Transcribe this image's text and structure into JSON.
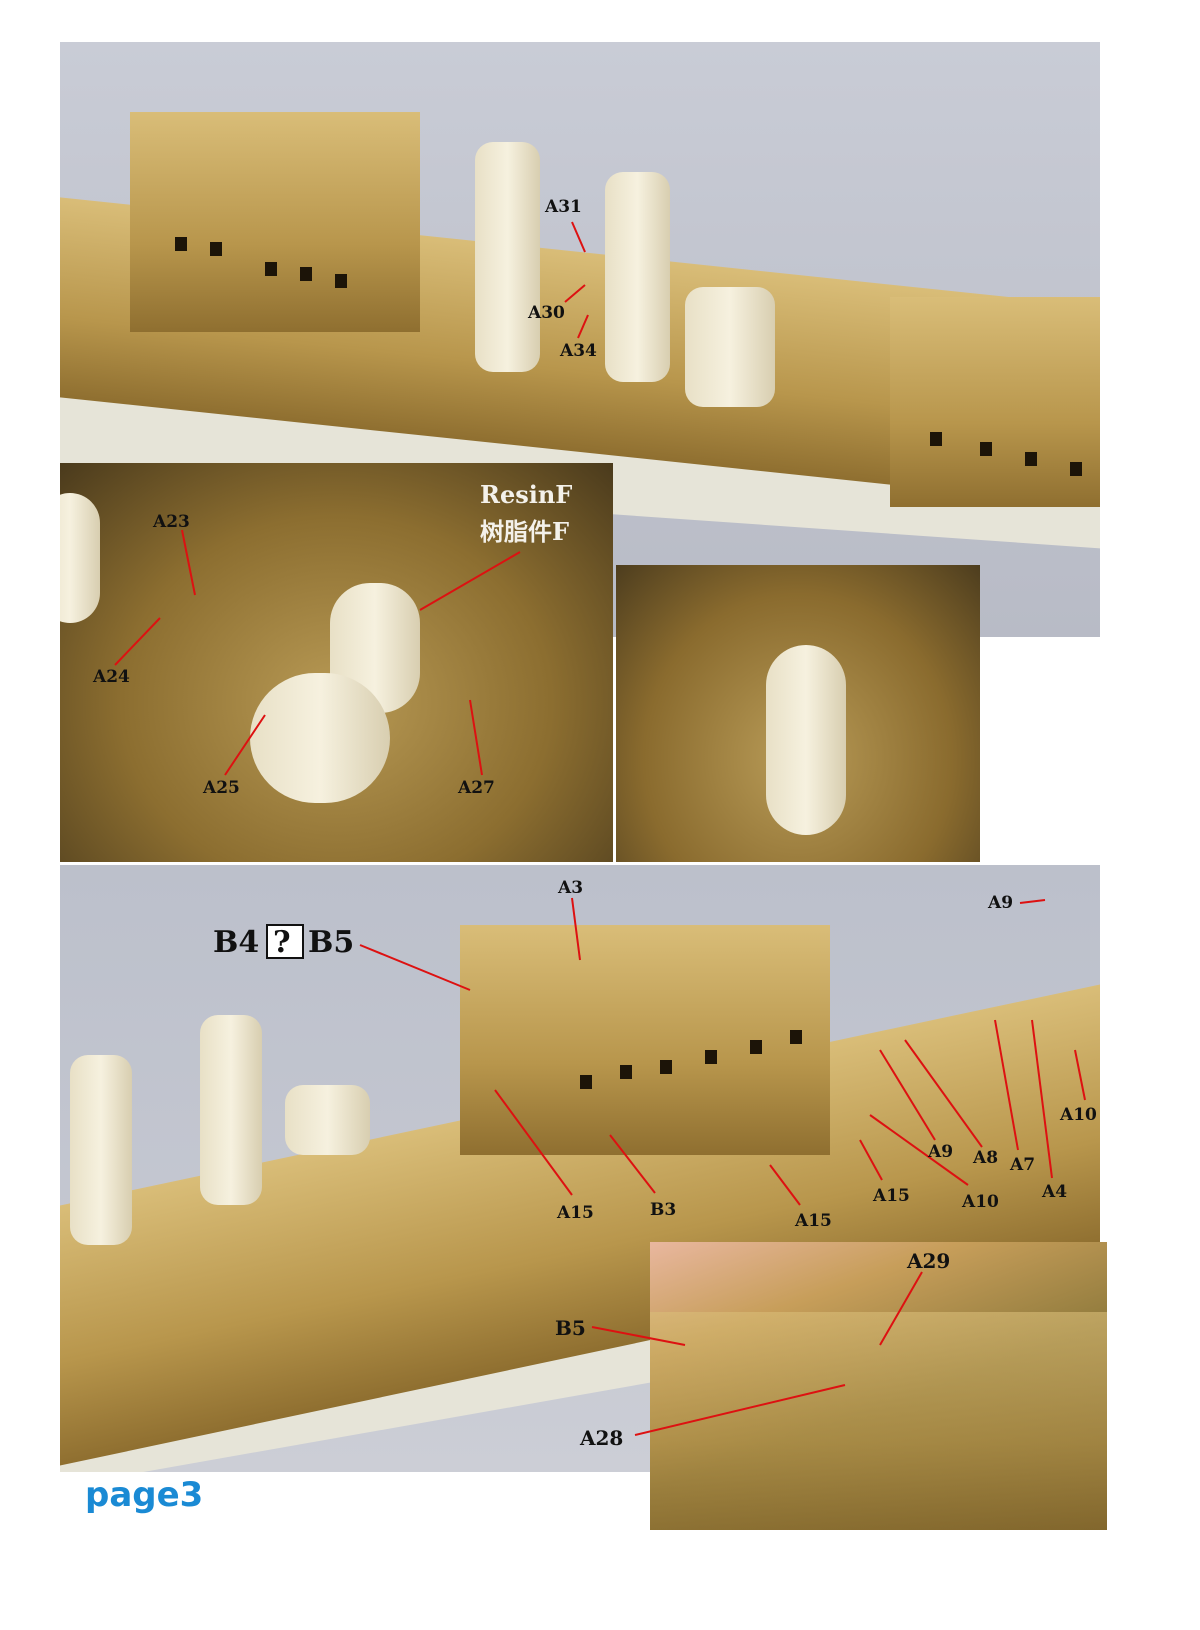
{
  "page": {
    "number_label": "page3"
  },
  "photo_top": {
    "labels": [
      "A31",
      "A30",
      "A34"
    ]
  },
  "inset_left": {
    "labels": [
      "A23",
      "A24",
      "A25",
      "A27"
    ],
    "resin_label_en": "ResinF",
    "resin_label_cn": "树脂件F"
  },
  "photo_bottom": {
    "labels": [
      "A3",
      "A9",
      "A15",
      "B3",
      "A15",
      "A15",
      "A10",
      "A9",
      "A8",
      "A7",
      "A4",
      "A10"
    ],
    "option_label": {
      "left": "B4",
      "symbol": "?",
      "right": "B5"
    }
  },
  "inset_bottom": {
    "labels": [
      "A29",
      "B5",
      "A28"
    ]
  },
  "colors": {
    "leader_line": "#dd1111",
    "page_number": "#1a8ad4"
  }
}
